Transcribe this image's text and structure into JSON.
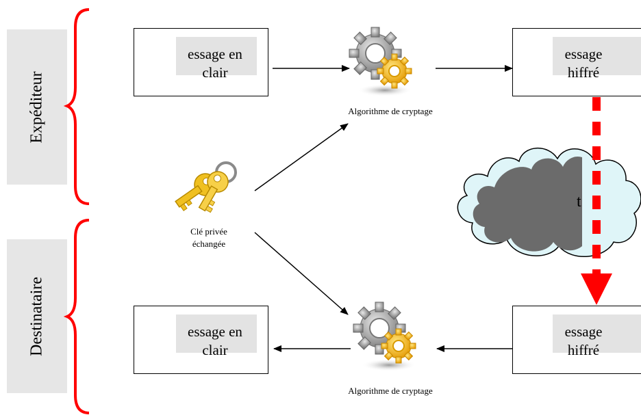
{
  "sides": {
    "sender": "Expéditeur",
    "recipient": "Destinataire"
  },
  "messages": {
    "plain_top": [
      "essage en",
      "clair"
    ],
    "cipher_top": [
      "essage",
      "hiffré"
    ],
    "plain_bottom": [
      "essage en",
      "clair"
    ],
    "cipher_bottom": [
      "essage",
      "hiffré"
    ]
  },
  "algo_top": "Algorithme de cryptage",
  "algo_bottom": "Algorithme de cryptage",
  "key_label": [
    "Clé privée",
    "échangée"
  ],
  "cloud_text": "t",
  "colors": {
    "brace": "#ff0000",
    "panel": "#e6e6e6",
    "cloud_light": "#dff5f8",
    "cloud_dark": "#6b6b6b",
    "gear_grey": "#9a9a9a",
    "gear_gold": "#f5b400",
    "key_gold": "#f0c020"
  },
  "icons": [
    "gear-icon",
    "key-icon",
    "cloud-icon"
  ]
}
